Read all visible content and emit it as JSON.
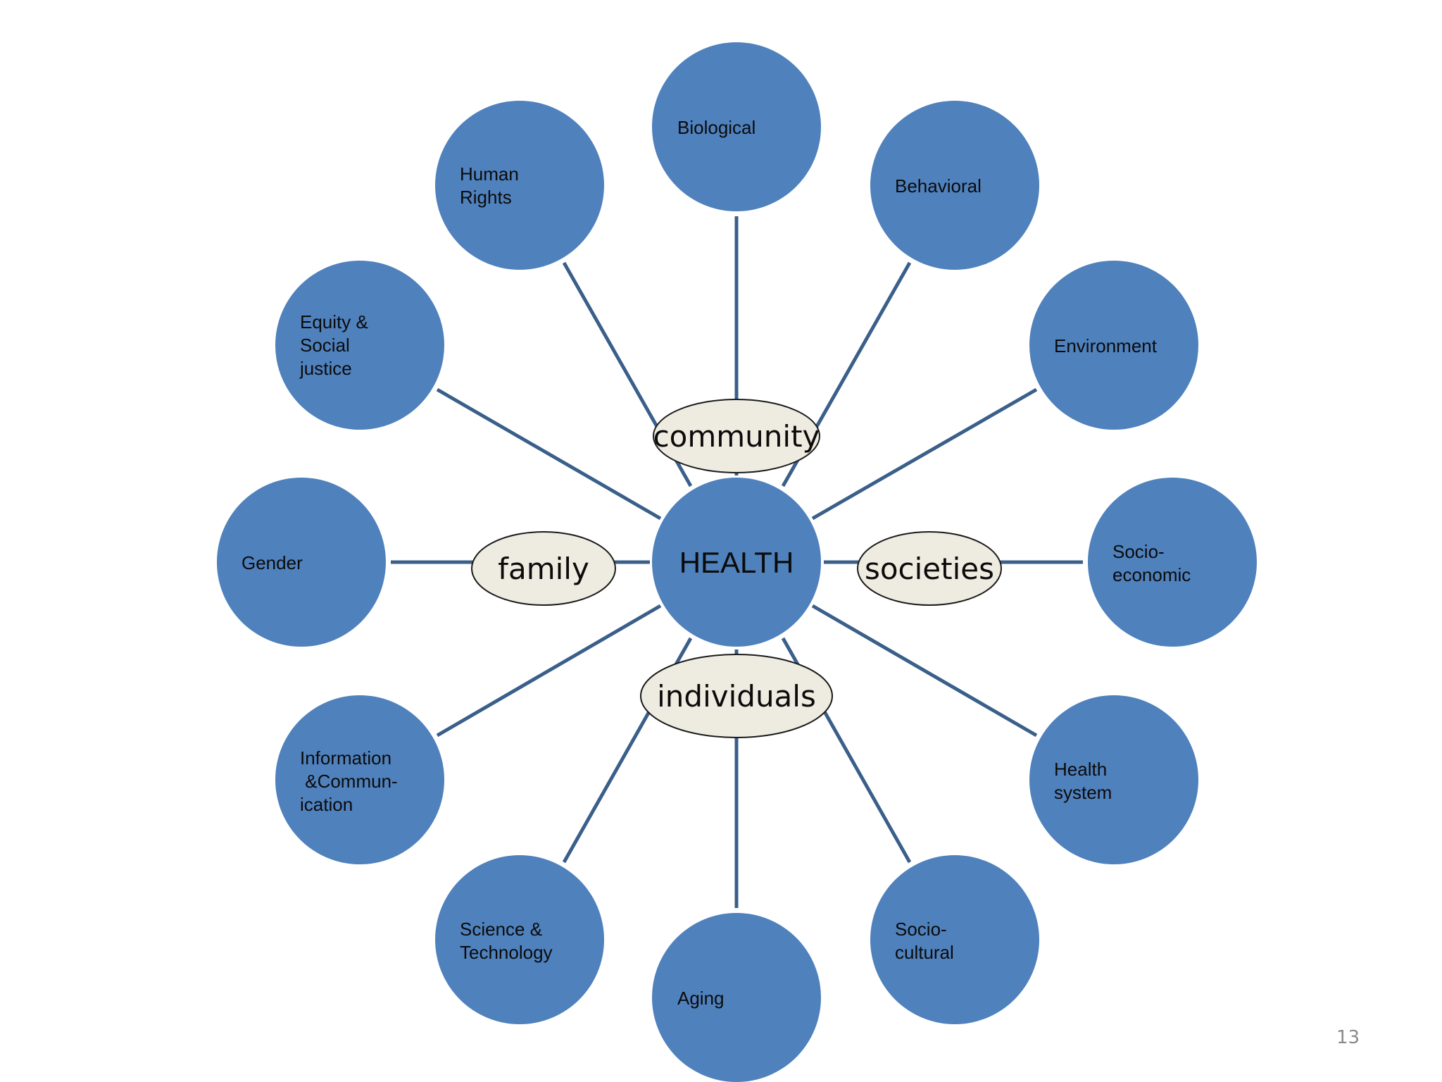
{
  "center": {
    "label": "HEALTH"
  },
  "ovals": {
    "community": "community",
    "family": "family",
    "societies": "societies",
    "individuals": "individuals"
  },
  "nodes": [
    {
      "id": "biological",
      "lines": [
        "Biological"
      ]
    },
    {
      "id": "behavioral",
      "lines": [
        "Behavioral"
      ]
    },
    {
      "id": "environment",
      "lines": [
        "Environment"
      ]
    },
    {
      "id": "socio-economic",
      "lines": [
        "Socio-",
        "economic"
      ]
    },
    {
      "id": "health-system",
      "lines": [
        "Health",
        "system"
      ]
    },
    {
      "id": "socio-cultural",
      "lines": [
        "Socio-",
        "cultural"
      ]
    },
    {
      "id": "aging",
      "lines": [
        "Aging"
      ]
    },
    {
      "id": "science-technology",
      "lines": [
        "Science &",
        "Technology"
      ]
    },
    {
      "id": "information-communication",
      "lines": [
        "Information",
        " &Commun-",
        "ication"
      ]
    },
    {
      "id": "gender",
      "lines": [
        "Gender"
      ]
    },
    {
      "id": "equity-social-justice",
      "lines": [
        "Equity &",
        "Social",
        "justice"
      ]
    },
    {
      "id": "human-rights",
      "lines": [
        "Human",
        "Rights"
      ]
    }
  ],
  "page_number": "13",
  "colors": {
    "node_fill": "#4f81bd",
    "oval_fill": "#eeece1",
    "spoke": "#3a5f8a"
  }
}
